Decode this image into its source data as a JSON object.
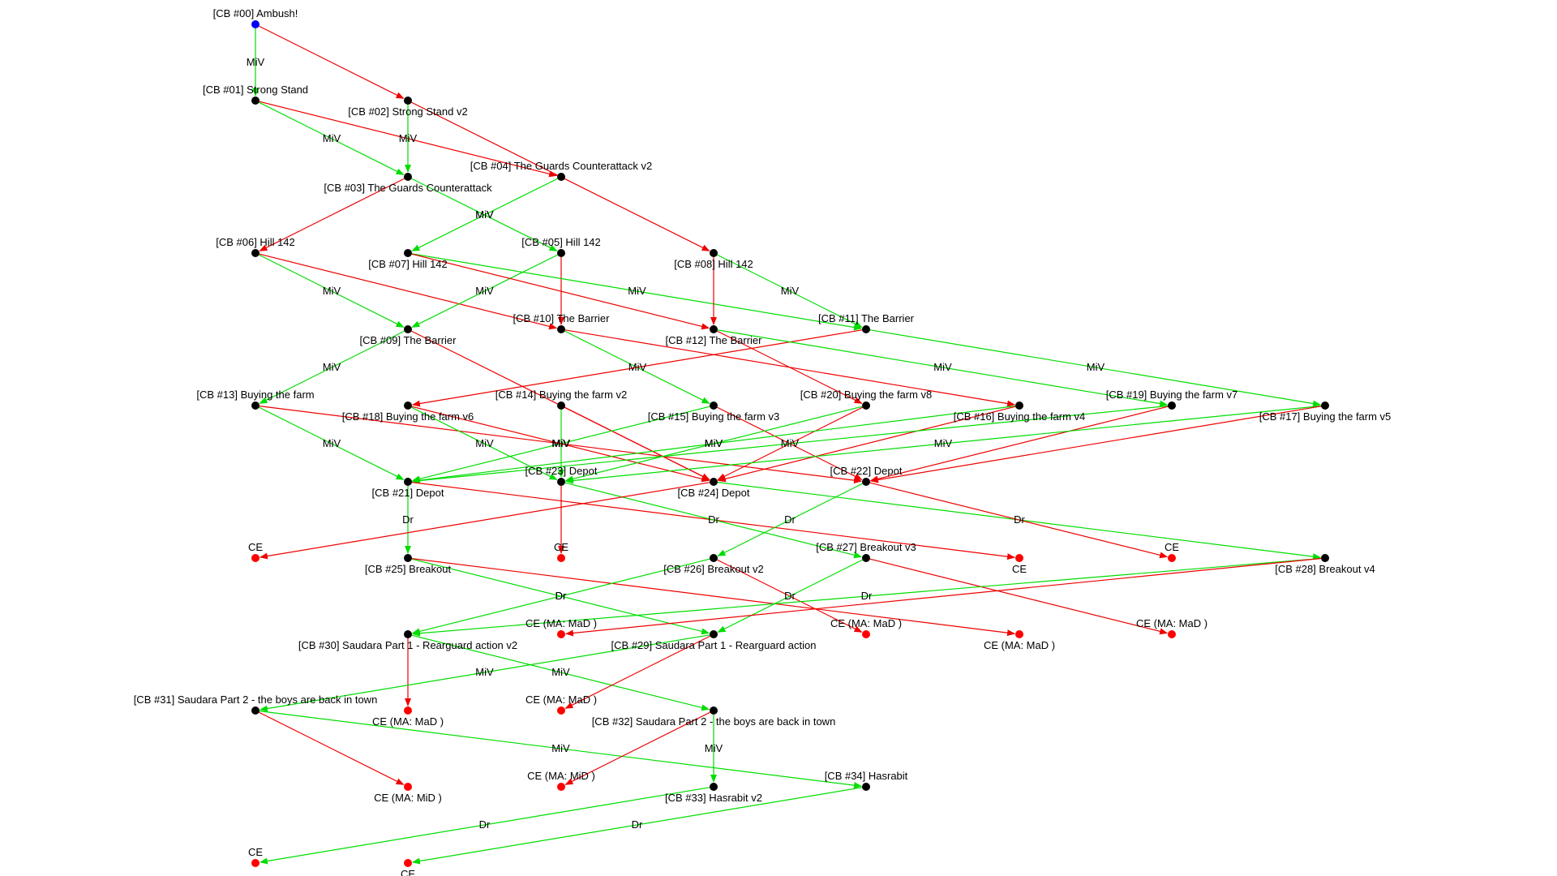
{
  "colors": {
    "start": "#0000ff",
    "node": "#000000",
    "end": "#ff0000",
    "green_edge": "#00dd00",
    "red_edge": "#ee0000",
    "background": "#ffffff",
    "text": "#000000"
  },
  "nodes": [
    {
      "id": "n00",
      "label": "[CB #00] Ambush!",
      "kind": "start"
    },
    {
      "id": "n01",
      "label": "[CB #01] Strong Stand",
      "kind": "node"
    },
    {
      "id": "n02",
      "label": "[CB #02] Strong Stand v2",
      "kind": "node"
    },
    {
      "id": "n03",
      "label": "[CB #03] The Guards Counterattack",
      "kind": "node"
    },
    {
      "id": "n04",
      "label": "[CB #04] The Guards Counterattack v2",
      "kind": "node"
    },
    {
      "id": "n05",
      "label": "[CB #05] Hill 142",
      "kind": "node"
    },
    {
      "id": "n06",
      "label": "[CB #06] Hill 142",
      "kind": "node"
    },
    {
      "id": "n07",
      "label": "[CB #07] Hill 142",
      "kind": "node"
    },
    {
      "id": "n08",
      "label": "[CB #08] Hill 142",
      "kind": "node"
    },
    {
      "id": "n09",
      "label": "[CB #09] The Barrier",
      "kind": "node"
    },
    {
      "id": "n10",
      "label": "[CB #10] The Barrier",
      "kind": "node"
    },
    {
      "id": "n11",
      "label": "[CB #11] The Barrier",
      "kind": "node"
    },
    {
      "id": "n12",
      "label": "[CB #12] The Barrier",
      "kind": "node"
    },
    {
      "id": "n13",
      "label": "[CB #13] Buying the farm",
      "kind": "node"
    },
    {
      "id": "n14",
      "label": "[CB #14] Buying the farm v2",
      "kind": "node"
    },
    {
      "id": "n15",
      "label": "[CB #15] Buying the farm v3",
      "kind": "node"
    },
    {
      "id": "n16",
      "label": "[CB #16] Buying the farm v4",
      "kind": "node"
    },
    {
      "id": "n17",
      "label": "[CB #17] Buying the farm v5",
      "kind": "node"
    },
    {
      "id": "n18",
      "label": "[CB #18] Buying the farm v6",
      "kind": "node"
    },
    {
      "id": "n19",
      "label": "[CB #19] Buying the farm v7",
      "kind": "node"
    },
    {
      "id": "n20",
      "label": "[CB #20] Buying the farm v8",
      "kind": "node"
    },
    {
      "id": "n21",
      "label": "[CB #21] Depot",
      "kind": "node"
    },
    {
      "id": "n22",
      "label": "[CB #22] Depot",
      "kind": "node"
    },
    {
      "id": "n23",
      "label": "[CB #23] Depot",
      "kind": "node"
    },
    {
      "id": "n24",
      "label": "[CB #24] Depot",
      "kind": "node"
    },
    {
      "id": "n25",
      "label": "[CB #25] Breakout",
      "kind": "node"
    },
    {
      "id": "n26",
      "label": "[CB #26] Breakout v2",
      "kind": "node"
    },
    {
      "id": "n27",
      "label": "[CB #27] Breakout v3",
      "kind": "node"
    },
    {
      "id": "n28",
      "label": "[CB #28] Breakout v4",
      "kind": "node"
    },
    {
      "id": "n29",
      "label": "[CB #29] Saudara Part 1 - Rearguard action",
      "kind": "node"
    },
    {
      "id": "n30",
      "label": "[CB #30] Saudara Part 1 - Rearguard action v2",
      "kind": "node"
    },
    {
      "id": "n31",
      "label": "[CB #31] Saudara Part 2 - the boys are back in town",
      "kind": "node"
    },
    {
      "id": "n32",
      "label": "[CB #32] Saudara Part 2 - the boys are back in town",
      "kind": "node"
    },
    {
      "id": "n33",
      "label": "[CB #33] Hasrabit v2",
      "kind": "node"
    },
    {
      "id": "n34",
      "label": "[CB #34] Hasrabit",
      "kind": "node"
    },
    {
      "id": "e1",
      "label": "CE",
      "kind": "end"
    },
    {
      "id": "e2",
      "label": "CE",
      "kind": "end"
    },
    {
      "id": "e3",
      "label": "CE",
      "kind": "end"
    },
    {
      "id": "e4",
      "label": "CE",
      "kind": "end"
    },
    {
      "id": "e5",
      "label": "CE (MA: MaD )",
      "kind": "end"
    },
    {
      "id": "e6",
      "label": "CE (MA: MaD )",
      "kind": "end"
    },
    {
      "id": "e7",
      "label": "CE (MA: MaD )",
      "kind": "end"
    },
    {
      "id": "e8",
      "label": "CE (MA: MaD )",
      "kind": "end"
    },
    {
      "id": "e9",
      "label": "CE (MA: MaD )",
      "kind": "end"
    },
    {
      "id": "e10",
      "label": "CE (MA: MaD )",
      "kind": "end"
    },
    {
      "id": "e11",
      "label": "CE (MA: MiD )",
      "kind": "end"
    },
    {
      "id": "e12",
      "label": "CE (MA: MiD )",
      "kind": "end"
    },
    {
      "id": "e13",
      "label": "CE",
      "kind": "end"
    },
    {
      "id": "e14",
      "label": "CE",
      "kind": "end"
    },
    {
      "id": "e15",
      "label": "CE",
      "kind": "end"
    }
  ],
  "edges": [
    {
      "from": "n00",
      "to": "n01",
      "color": "green",
      "label": "MiV"
    },
    {
      "from": "n00",
      "to": "n02",
      "color": "red",
      "label": ""
    },
    {
      "from": "n01",
      "to": "n03",
      "color": "green",
      "label": "MiV"
    },
    {
      "from": "n01",
      "to": "n04",
      "color": "red",
      "label": ""
    },
    {
      "from": "n02",
      "to": "n03",
      "color": "green",
      "label": "MiV"
    },
    {
      "from": "n02",
      "to": "n08",
      "color": "red",
      "label": ""
    },
    {
      "from": "n03",
      "to": "n05",
      "color": "green",
      "label": "MiV"
    },
    {
      "from": "n03",
      "to": "n06",
      "color": "red",
      "label": ""
    },
    {
      "from": "n04",
      "to": "n07",
      "color": "green",
      "label": "MiV"
    },
    {
      "from": "n06",
      "to": "n09",
      "color": "green",
      "label": "MiV"
    },
    {
      "from": "n06",
      "to": "n10",
      "color": "red",
      "label": ""
    },
    {
      "from": "n05",
      "to": "n09",
      "color": "green",
      "label": "MiV"
    },
    {
      "from": "n05",
      "to": "n10",
      "color": "red",
      "label": ""
    },
    {
      "from": "n07",
      "to": "n11",
      "color": "green",
      "label": "MiV"
    },
    {
      "from": "n07",
      "to": "n12",
      "color": "red",
      "label": ""
    },
    {
      "from": "n08",
      "to": "n11",
      "color": "green",
      "label": "MiV"
    },
    {
      "from": "n08",
      "to": "n12",
      "color": "red",
      "label": ""
    },
    {
      "from": "n09",
      "to": "n13",
      "color": "green",
      "label": "MiV"
    },
    {
      "from": "n09",
      "to": "n24",
      "color": "red",
      "label": ""
    },
    {
      "from": "n10",
      "to": "n15",
      "color": "green",
      "label": "MiV"
    },
    {
      "from": "n10",
      "to": "n16",
      "color": "red",
      "label": ""
    },
    {
      "from": "n11",
      "to": "n18",
      "color": "red",
      "label": ""
    },
    {
      "from": "n11",
      "to": "n17",
      "color": "green",
      "label": "MiV"
    },
    {
      "from": "n12",
      "to": "n19",
      "color": "green",
      "label": "MiV"
    },
    {
      "from": "n12",
      "to": "n20",
      "color": "red",
      "label": ""
    },
    {
      "from": "n13",
      "to": "n21",
      "color": "green",
      "label": "MiV"
    },
    {
      "from": "n13",
      "to": "n22",
      "color": "red",
      "label": ""
    },
    {
      "from": "n14",
      "to": "n23",
      "color": "green",
      "label": "MiV"
    },
    {
      "from": "n14",
      "to": "n24",
      "color": "red",
      "label": ""
    },
    {
      "from": "n15",
      "to": "n21",
      "color": "green",
      "label": "MiV"
    },
    {
      "from": "n15",
      "to": "n22",
      "color": "red",
      "label": ""
    },
    {
      "from": "n18",
      "to": "n23",
      "color": "green",
      "label": "MiV"
    },
    {
      "from": "n18",
      "to": "n24",
      "color": "red",
      "label": ""
    },
    {
      "from": "n20",
      "to": "n23",
      "color": "green",
      "label": "MiV"
    },
    {
      "from": "n20",
      "to": "n24",
      "color": "red",
      "label": ""
    },
    {
      "from": "n16",
      "to": "n21",
      "color": "green",
      "label": "MiV"
    },
    {
      "from": "n16",
      "to": "n24",
      "color": "red",
      "label": ""
    },
    {
      "from": "n19",
      "to": "n21",
      "color": "green",
      "label": "MiV"
    },
    {
      "from": "n19",
      "to": "n22",
      "color": "red",
      "label": ""
    },
    {
      "from": "n17",
      "to": "n23",
      "color": "green",
      "label": "MiV"
    },
    {
      "from": "n17",
      "to": "n22",
      "color": "red",
      "label": ""
    },
    {
      "from": "n21",
      "to": "n25",
      "color": "green",
      "label": "Dr"
    },
    {
      "from": "n21",
      "to": "e2",
      "color": "red",
      "label": ""
    },
    {
      "from": "n23",
      "to": "n27",
      "color": "green",
      "label": "Dr"
    },
    {
      "from": "n23",
      "to": "e13",
      "color": "red",
      "label": ""
    },
    {
      "from": "n24",
      "to": "n28",
      "color": "green",
      "label": "Dr"
    },
    {
      "from": "n24",
      "to": "e1",
      "color": "red",
      "label": ""
    },
    {
      "from": "n22",
      "to": "n26",
      "color": "green",
      "label": "Dr"
    },
    {
      "from": "n22",
      "to": "e3",
      "color": "red",
      "label": ""
    },
    {
      "from": "n25",
      "to": "n29",
      "color": "green",
      "label": "Dr"
    },
    {
      "from": "n25",
      "to": "e7",
      "color": "red",
      "label": ""
    },
    {
      "from": "n26",
      "to": "n30",
      "color": "green",
      "label": "Dr"
    },
    {
      "from": "n26",
      "to": "e6",
      "color": "red",
      "label": ""
    },
    {
      "from": "n27",
      "to": "n29",
      "color": "green",
      "label": "Dr"
    },
    {
      "from": "n27",
      "to": "e8",
      "color": "red",
      "label": ""
    },
    {
      "from": "n28",
      "to": "n30",
      "color": "green",
      "label": "Dr"
    },
    {
      "from": "n28",
      "to": "e5",
      "color": "red",
      "label": ""
    },
    {
      "from": "n30",
      "to": "n32",
      "color": "green",
      "label": "MiV"
    },
    {
      "from": "n30",
      "to": "e10",
      "color": "red",
      "label": ""
    },
    {
      "from": "n29",
      "to": "n31",
      "color": "green",
      "label": "MiV"
    },
    {
      "from": "n29",
      "to": "e9",
      "color": "red",
      "label": ""
    },
    {
      "from": "n31",
      "to": "n34",
      "color": "green",
      "label": "MiV"
    },
    {
      "from": "n31",
      "to": "e11",
      "color": "red",
      "label": ""
    },
    {
      "from": "n32",
      "to": "n33",
      "color": "green",
      "label": "MiV"
    },
    {
      "from": "n32",
      "to": "e12",
      "color": "red",
      "label": ""
    },
    {
      "from": "n33",
      "to": "e14",
      "color": "green",
      "label": "Dr"
    },
    {
      "from": "n34",
      "to": "e15",
      "color": "green",
      "label": "Dr"
    }
  ]
}
